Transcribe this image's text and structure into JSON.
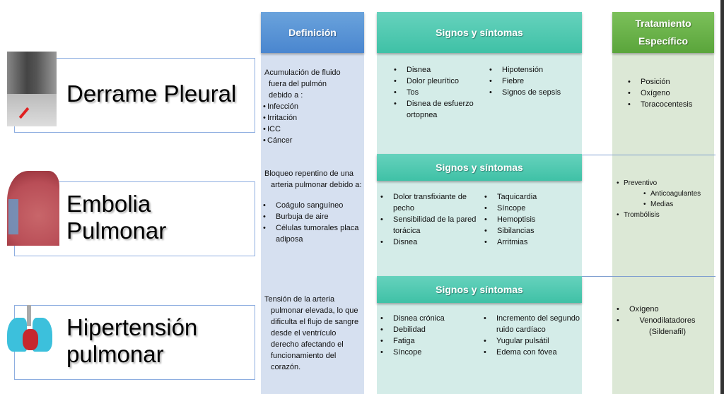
{
  "headers": {
    "definition": "Definición",
    "signs": "Signos y síntomas",
    "treatment_line1": "Tratamiento",
    "treatment_line2": "Específico"
  },
  "colors": {
    "def_header": "#5b97d6",
    "signs_header": "#4fcab1",
    "treat_header": "#6ab44b",
    "def_body": "#d6e0f0",
    "signs_body": "#d4ece8",
    "treat_body": "#dce8d6"
  },
  "rows": [
    {
      "title": "Derrame Pleural",
      "image": "chest-xray-icon",
      "definition_intro": [
        "Acumulación de fluido",
        "fuera del pulmón",
        "debido a :"
      ],
      "definition_items": [
        "Infección",
        "Irritación",
        "ICC",
        "Cáncer"
      ],
      "signs_col1": [
        "Disnea",
        "Dolor pleurítico",
        "Tos",
        "Disnea de esfuerzo ortopnea"
      ],
      "signs_col2": [
        "Hipotensión",
        "Fiebre",
        "Signos de sepsis"
      ],
      "treatment": [
        "Posición",
        "Oxígeno",
        "Toracocentesis"
      ]
    },
    {
      "title_line1": "Embolia",
      "title_line2": "Pulmonar",
      "image": "lung-embolism-icon",
      "signs_header": "Signos y síntomas",
      "definition_intro": "Bloqueo repentino de una arteria pulmonar debido a:",
      "definition_items": [
        "Coágulo sanguíneo",
        "Burbuja de aire",
        "Células tumorales placa adiposa"
      ],
      "signs_col1": [
        "Dolor transfixiante de pecho",
        "Sensibilidad de la pared torácica",
        "Disnea"
      ],
      "signs_col2": [
        "Taquicardia",
        "Síncope",
        "Hemoptisis",
        "Sibilancias",
        "Arritmias"
      ],
      "treatment": {
        "preventive": "Preventivo",
        "preventive_items": [
          "Anticoagulantes",
          "Medias"
        ],
        "other": "Trombólisis"
      }
    },
    {
      "title_line1": "Hipertensión",
      "title_line2": "pulmonar",
      "image": "lungs-heart-icon",
      "signs_header": "Signos y síntomas",
      "definition": "Tensión de la arteria pulmonar elevada, lo que dificulta el flujo de sangre desde el ventrículo derecho afectando el funcionamiento del corazón.",
      "signs_col1": [
        "Disnea crónica",
        "Debilidad",
        "Fatiga",
        "Síncope"
      ],
      "signs_col2": [
        "Incremento del segundo ruido cardíaco",
        "Yugular pulsátil",
        "Edema con fóvea"
      ],
      "treatment": [
        "Oxígeno",
        "Venodilatadores (Sildenafil)"
      ]
    }
  ]
}
